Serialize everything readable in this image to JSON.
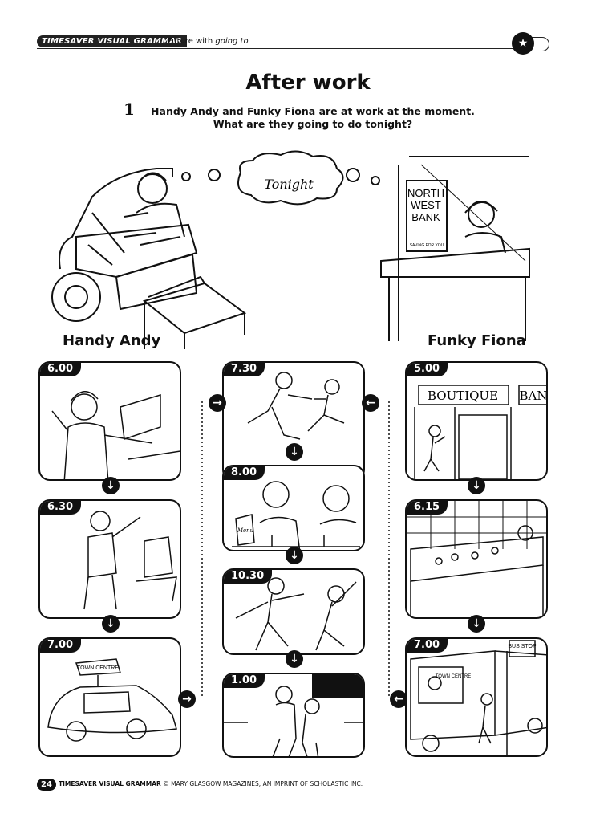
{
  "header": {
    "series": "TIMESAVER VISUAL GRAMMAR",
    "topic_prefix": "Future with ",
    "topic_em": "going to",
    "star_icon": "★"
  },
  "title": "After work",
  "exercise": {
    "number": "1",
    "line1": "Handy Andy and Funky Fiona are at work at the moment.",
    "line2": "What are they going to do tonight?"
  },
  "top_scene": {
    "thought": "Tonight",
    "bank_sign": [
      "NORTH",
      "WEST",
      "BANK"
    ],
    "bank_slogan": "SAVING FOR YOU",
    "left_name": "Handy Andy",
    "right_name": "Funky Fiona"
  },
  "andy_panels": [
    {
      "time": "6.00"
    },
    {
      "time": "6.30"
    },
    {
      "time": "7.00",
      "sign": "TOWN CENTRE"
    }
  ],
  "middle_panels": [
    {
      "time": "7.30"
    },
    {
      "time": "8.00",
      "menu": "Menu"
    },
    {
      "time": "10.30"
    },
    {
      "time": "1.00"
    }
  ],
  "fiona_panels": [
    {
      "time": "5.00",
      "shop": "BOUTIQUE",
      "shop2": "BAN"
    },
    {
      "time": "6.15"
    },
    {
      "time": "7.00",
      "bus_stop": "BUS STOP",
      "bus_sign": "TOWN CENTRE"
    }
  ],
  "arrows": {
    "down": "↓",
    "right": "→",
    "left": "←"
  },
  "footer": {
    "page": "24",
    "brand": "TIMESAVER VISUAL GRAMMAR",
    "copyright": " © MARY GLASGOW MAGAZINES, AN IMPRINT OF SCHOLASTIC INC."
  }
}
